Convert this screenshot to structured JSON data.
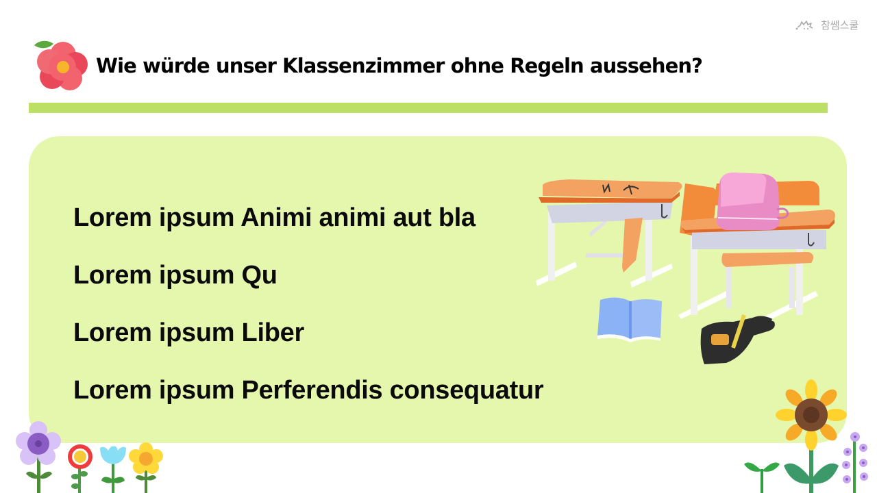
{
  "brand": {
    "logo_text": "참쌤스쿨",
    "icon": "sparkle-splash-icon"
  },
  "header": {
    "title": "Wie würde unser Klassenzimmer ohne Regeln aussehen?",
    "title_icon": "red-flower-icon",
    "underline_color": "#bcdf65"
  },
  "main": {
    "card_color": "#e5f7ad",
    "bullets": [
      "Lorem ipsum Animi animi aut bla",
      "Lorem ipsum Qu",
      "Lorem ipsum Liber",
      "Lorem ipsum Perferendis consequatur"
    ],
    "illustration": "messy-classroom-desks-illustration"
  },
  "decorations": {
    "left": [
      "purple-flower-icon",
      "red-flower-icon",
      "blue-tulip-icon",
      "yellow-flower-icon"
    ],
    "right": [
      "sprout-icon",
      "sunflower-icon",
      "lavender-icon"
    ]
  }
}
